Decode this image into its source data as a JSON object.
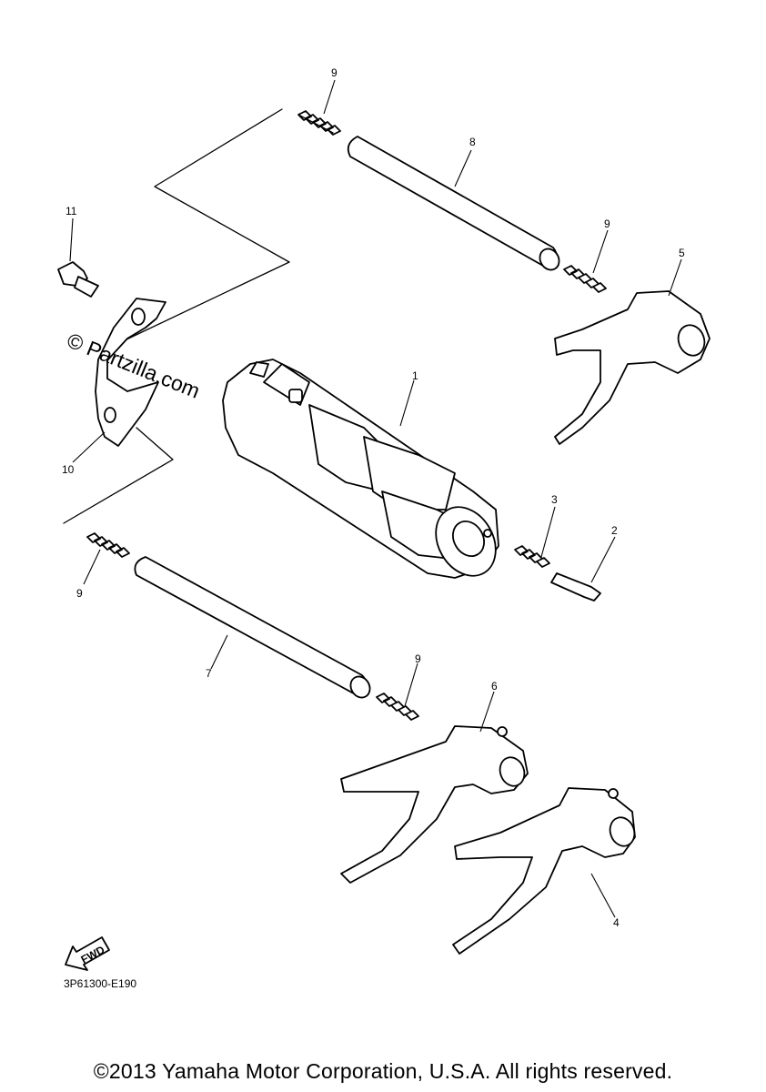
{
  "callouts": {
    "p1": "1",
    "p2": "2",
    "p3": "3",
    "p4": "4",
    "p5": "5",
    "p6": "6",
    "p7": "7",
    "p8": "8",
    "p9a": "9",
    "p9b": "9",
    "p9c": "9",
    "p9d": "9",
    "p10": "10",
    "p11": "11"
  },
  "watermark": "© Partzilla.com",
  "fwd_label": "FWD",
  "diagram_code": "3P61300-E190",
  "copyright": "©2013 Yamaha Motor Corporation, U.S.A. All rights reserved."
}
